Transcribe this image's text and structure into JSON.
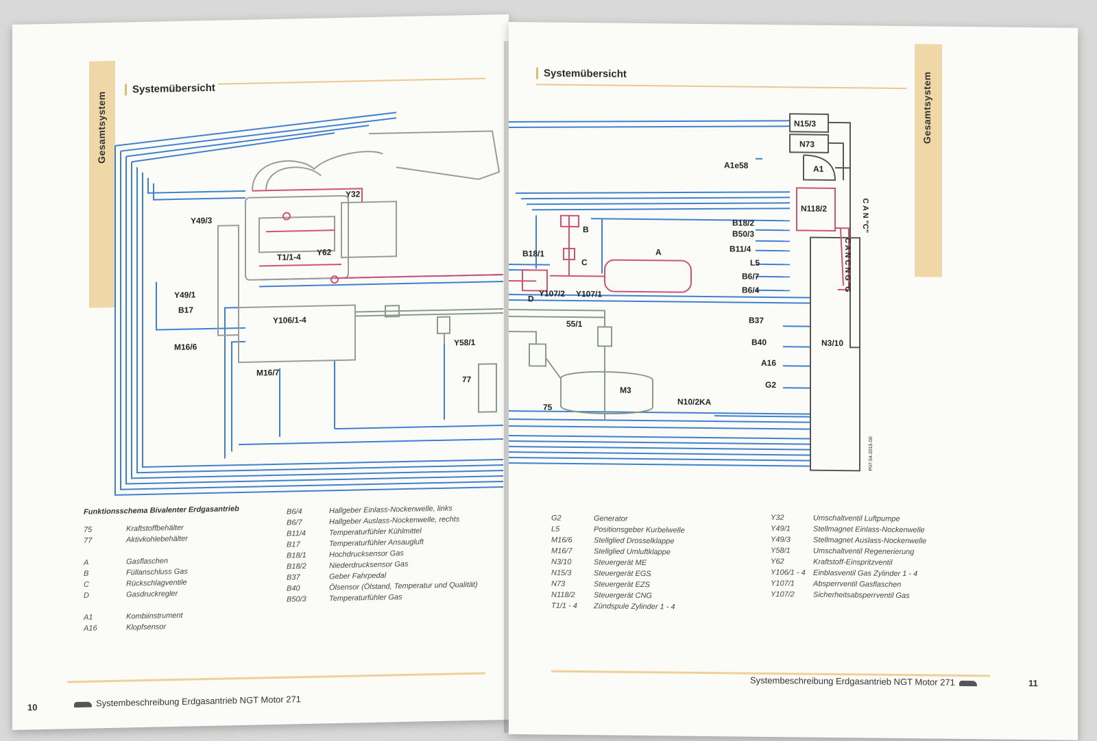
{
  "left_page": {
    "side_tab": "Gesamtsystem",
    "section_title": "Systemübersicht",
    "labels": [
      "Y32",
      "Y49/3",
      "T1/1-4",
      "Y62",
      "Y49/1",
      "B17",
      "Y106/1-4",
      "M16/6",
      "M16/7",
      "Y58/1",
      "77"
    ],
    "legend_title": "Funktionsschema Bivalenter Erdgasantrieb",
    "legend_a": [
      {
        "code": "75",
        "desc": "Kraftstoffbehälter"
      },
      {
        "code": "77",
        "desc": "Aktivkohlebehälter"
      },
      {
        "code": "",
        "desc": ""
      },
      {
        "code": "A",
        "desc": "Gasflaschen"
      },
      {
        "code": "B",
        "desc": "Füllanschluss Gas"
      },
      {
        "code": "C",
        "desc": "Rückschlagventile"
      },
      {
        "code": "D",
        "desc": "Gasdruckregler"
      },
      {
        "code": "",
        "desc": ""
      },
      {
        "code": "A1",
        "desc": "Kombiinstrument"
      },
      {
        "code": "A16",
        "desc": "Klopfsensor"
      }
    ],
    "legend_b": [
      {
        "code": "B6/4",
        "desc": "Hallgeber Einlass-Nockenwelle, links"
      },
      {
        "code": "B6/7",
        "desc": "Hallgeber Auslass-Nockenwelle, rechts"
      },
      {
        "code": "B11/4",
        "desc": "Temperaturfühler Kühlmittel"
      },
      {
        "code": "B17",
        "desc": "Temperaturfühler Ansaugluft"
      },
      {
        "code": "B18/1",
        "desc": "Hochdrucksensor Gas"
      },
      {
        "code": "B18/2",
        "desc": "Niederdrucksensor Gas"
      },
      {
        "code": "B37",
        "desc": "Geber Fahrpedal"
      },
      {
        "code": "B40",
        "desc": "Ölsensor (Ölstand, Temperatur und Qualität)"
      },
      {
        "code": "B50/3",
        "desc": "Temperaturfühler Gas"
      }
    ],
    "page_number": "10",
    "footer": "Systembeschreibung Erdgasantrieb NGT Motor 271"
  },
  "right_page": {
    "side_tab": "Gesamtsystem",
    "section_title": "Systemübersicht",
    "labels": [
      "N15/3",
      "N73",
      "A1e58",
      "A1",
      "N118/2",
      "B18/2",
      "B50/3",
      "B11/4",
      "L5",
      "B6/7",
      "B6/4",
      "B",
      "C",
      "A",
      "B18/1",
      "D",
      "Y107/2",
      "Y107/1",
      "B37",
      "B40",
      "A16",
      "G2",
      "N3/10",
      "55/1",
      "M3",
      "75",
      "N10/2KA",
      "C A N \"C\"",
      "C A N C N G \"G"
    ],
    "drawing_code": "P07.54-2015-00",
    "legend_c": [
      {
        "code": "G2",
        "desc": "Generator"
      },
      {
        "code": "L5",
        "desc": "Positionsgeber Kurbelwelle"
      },
      {
        "code": "M16/6",
        "desc": "Stellglied Drosselklappe"
      },
      {
        "code": "M16/7",
        "desc": "Stellglied Umluftklappe"
      },
      {
        "code": "N3/10",
        "desc": "Steuergerät ME"
      },
      {
        "code": "N15/3",
        "desc": "Steuergerät EGS"
      },
      {
        "code": "N73",
        "desc": "Steuergerät EZS"
      },
      {
        "code": "N118/2",
        "desc": "Steuergerät CNG"
      },
      {
        "code": "T1/1 - 4",
        "desc": "Zündspule Zylinder 1 - 4"
      }
    ],
    "legend_d": [
      {
        "code": "Y32",
        "desc": "Umschaltventil Luftpumpe"
      },
      {
        "code": "Y49/1",
        "desc": "Stellmagnet Einlass-Nockenwelle"
      },
      {
        "code": "Y49/3",
        "desc": "Stellmagnet Auslass-Nockenwelle"
      },
      {
        "code": "Y58/1",
        "desc": "Umschaltventil Regenerierung"
      },
      {
        "code": "Y62",
        "desc": "Kraftstoff-Einspritzventil"
      },
      {
        "code": "Y106/1 - 4",
        "desc": "Einblasventil Gas Zylinder 1 - 4"
      },
      {
        "code": "Y107/1",
        "desc": "Absperrventil Gasflaschen"
      },
      {
        "code": "Y107/2",
        "desc": "Sicherheitsabsperrventil Gas"
      }
    ],
    "page_number": "11",
    "footer": "Systembeschreibung Erdgasantrieb NGT Motor 271"
  },
  "colors": {
    "wire_blue": "#3f7fcf",
    "gas_pink": "#d0507a",
    "fuel_gray": "#8a9a8a",
    "engine_gray": "#9a9a9a",
    "tab_tan": "#f0d7a8"
  }
}
